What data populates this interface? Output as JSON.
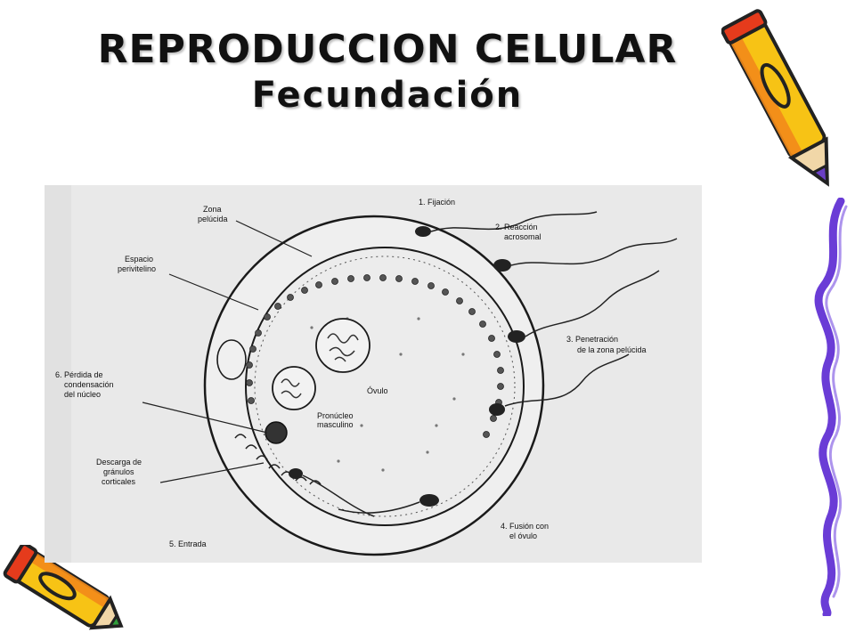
{
  "slide": {
    "title": "REPRODUCCION CELULAR",
    "subtitle": "Fecundación"
  },
  "diagram": {
    "labels": {
      "zona_1": "Zona",
      "zona_2": "pelúcida",
      "espacio_1": "Espacio",
      "espacio_2": "perivitelino",
      "perdida_1": "6. Pérdida de",
      "perdida_2": "condensación",
      "perdida_3": "del núcleo",
      "descarga_1": "Descarga de",
      "descarga_2": "gránulos",
      "descarga_3": "corticales",
      "entrada": "5. Entrada",
      "fijacion": "1. Fijación",
      "reaccion_1": "2. Reacción",
      "reaccion_2": "acrosomal",
      "penetracion_1": "3. Penetración",
      "penetracion_2": "de la zona pelúcida",
      "fusion_1": "4. Fusión con",
      "fusion_2": "el óvulo",
      "ovulo": "Óvulo",
      "pronucleo_1": "Pronúcleo",
      "pronucleo_2": "masculino"
    }
  },
  "colors": {
    "photo_background": "#e9e9e9",
    "ink": "#1a1a1a",
    "pencil_yellow": "#f7c315",
    "pencil_orange": "#f28a1a",
    "pencil_red": "#e53b1c",
    "pencil_purple": "#6a3fc4",
    "vine_purple": "#6a3cd6"
  },
  "decorations": {
    "top_right": "pencil-icon",
    "bottom_left": "pencil-icon",
    "right_edge": "wavy-vine-border"
  }
}
